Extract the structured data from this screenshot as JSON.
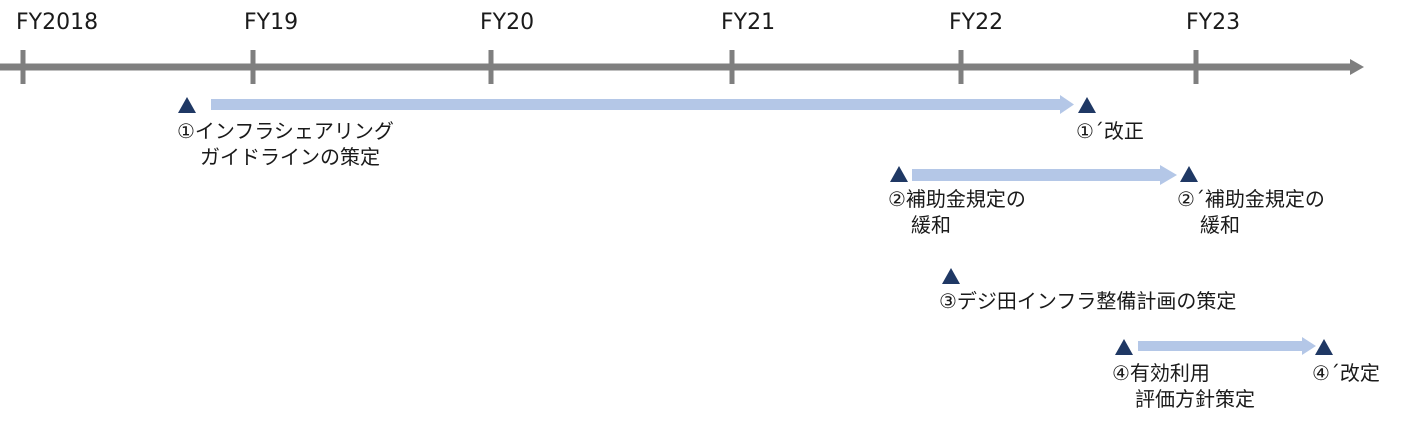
{
  "timeline": {
    "years": [
      "FY2018",
      "FY19",
      "FY20",
      "FY21",
      "FY22",
      "FY23"
    ],
    "colors": {
      "axis": "#7f7f7f",
      "marker": "#1f3864",
      "arrow": "#b4c7e7"
    }
  },
  "events": [
    {
      "id": "e1",
      "line1": "①インフラシェアリング",
      "line2": "ガイドラインの策定"
    },
    {
      "id": "e1b",
      "line1": "①´改正",
      "line2": ""
    },
    {
      "id": "e2",
      "line1": "②補助金規定の",
      "line2": "緩和"
    },
    {
      "id": "e2b",
      "line1": "②´補助金規定の",
      "line2": "緩和"
    },
    {
      "id": "e3",
      "line1": "③デジ田インフラ整備計画の策定",
      "line2": ""
    },
    {
      "id": "e4",
      "line1": "④有効利用",
      "line2": "評価方針策定"
    },
    {
      "id": "e4b",
      "line1": "④´改定",
      "line2": ""
    }
  ]
}
